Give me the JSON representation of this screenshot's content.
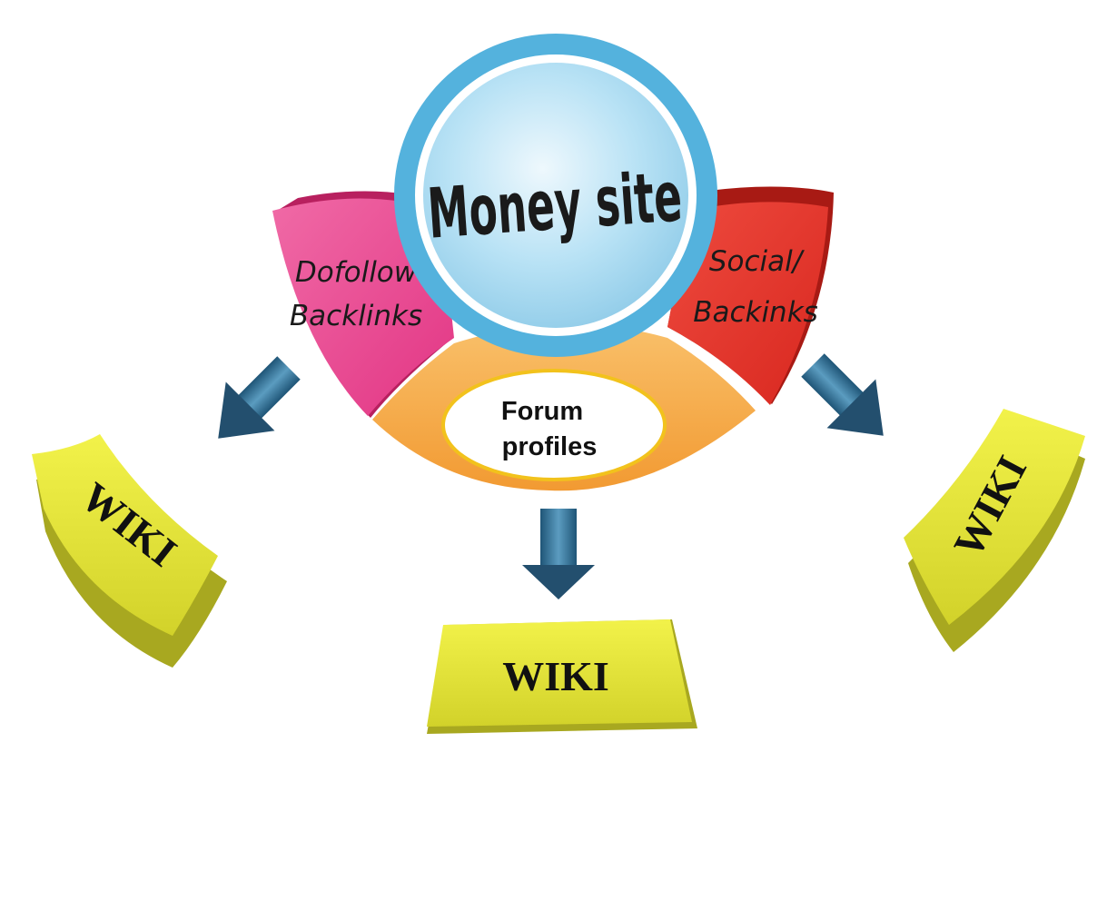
{
  "center": {
    "title": "Money site"
  },
  "segments": {
    "dofollow": {
      "line1": "Dofollow",
      "line2": "Backlinks",
      "color": "#e8488f"
    },
    "social": {
      "line1": "Social/",
      "line2": "Backinks",
      "color": "#e0352c"
    },
    "forum": {
      "line1": "Forum",
      "line2": "profiles",
      "color": "#f4a43f"
    }
  },
  "targets": {
    "left": {
      "label": "WIKI"
    },
    "center": {
      "label": "WIKI"
    },
    "right": {
      "label": "WIKI"
    }
  },
  "colors": {
    "ring": "#5ab4dc",
    "circle_fill": "#a9dcf2",
    "arrow": "#2c6b8f",
    "wiki_fill": "#e2e23c",
    "wiki_edge": "#a8a820",
    "forum_border": "#f2c21c"
  }
}
